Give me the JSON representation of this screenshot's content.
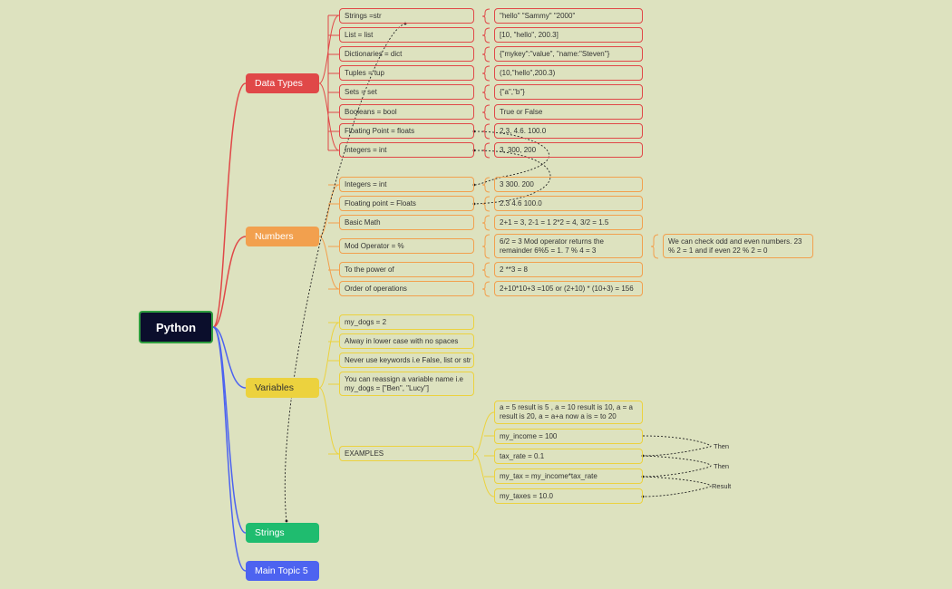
{
  "root": "Python",
  "colors": {
    "red": "#e04848",
    "orange": "#f2a04e",
    "yellow": "#ecd23e",
    "green": "#1fbc6f",
    "blue": "#4d63f0",
    "root_bg": "#0b0e2c",
    "root_border": "#2f9e3f"
  },
  "topics": {
    "data_types": "Data Types",
    "numbers": "Numbers",
    "variables": "Variables",
    "strings": "Strings",
    "main_topic_5": "Main Topic 5"
  },
  "data_types": [
    {
      "label": "Strings =str",
      "value": "\"hello\" \"Sammy\" \"2000\""
    },
    {
      "label": "List = list",
      "value": "[10, \"hello\", 200.3]"
    },
    {
      "label": "Dictionaries = dict",
      "value": "{\"mykey\":\"value\", \"name:\"Steven\"}"
    },
    {
      "label": "Tuples = tup",
      "value": "(10,\"hello\",200.3)"
    },
    {
      "label": "Sets = set",
      "value": "{\"a\",\"b\"}"
    },
    {
      "label": "Booleans = bool",
      "value": "True or False"
    },
    {
      "label": "Floating Point = floats",
      "value": "2.3, 4.6. 100.0"
    },
    {
      "label": "Integers = int",
      "value": "3, 300, 200"
    }
  ],
  "numbers": [
    {
      "label": "Integers = int",
      "value": "3 300. 200"
    },
    {
      "label": "Floating point = Floats",
      "value": "2.3 4.6 100.0"
    },
    {
      "label": "Basic Math",
      "value": "2+1 = 3, 2-1 = 1 2*2 = 4, 3/2 = 1.5"
    },
    {
      "label": "Mod Operator = %",
      "value": "6/2 = 3 Mod operator returns the remainder 6%5 = 1. 7 % 4 = 3",
      "extra": "We can check odd and even numbers. 23 % 2 = 1 and if even 22 % 2 = 0"
    },
    {
      "label": "To the power of",
      "value": "2 **3 = 8"
    },
    {
      "label": "Order of operations",
      "value": "2+10*10+3 =105 or (2+10) * (10+3) = 156"
    }
  ],
  "variables": [
    "my_dogs = 2",
    "Alway in lower case with no spaces",
    "Never use keywords i.e False, list or str",
    "You can reassign a variable name i.e my_dogs = [\"Ben\", \"Lucy\"]"
  ],
  "examples": {
    "label": "EXAMPLES",
    "items": [
      "a = 5 result is 5 , a = 10 result is 10, a = a result is 20, a = a+a now a is = to 20",
      "my_income = 100",
      "tax_rate = 0.1",
      "my_tax = my_income*tax_rate",
      "my_taxes = 10.0"
    ],
    "relations": [
      "Then",
      "Then",
      "Result"
    ]
  }
}
